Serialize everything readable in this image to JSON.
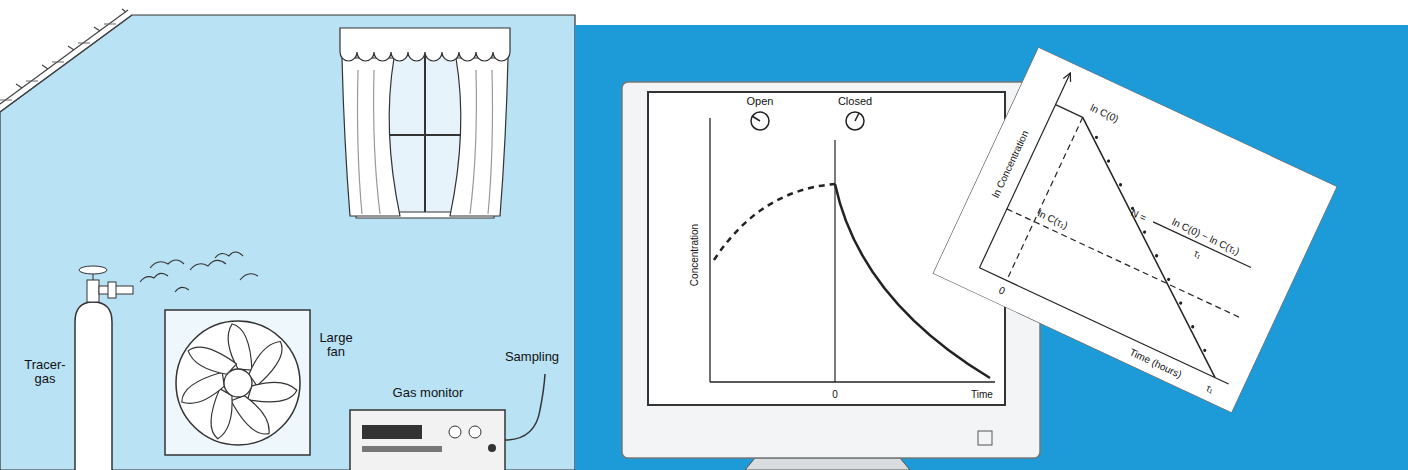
{
  "diagram": {
    "labels": [
      "Tracer-gas",
      "Large fan",
      "Gas monitor",
      "Sampling",
      "Open",
      "Closed",
      "Concentration",
      "0",
      "Time",
      "ln Concentration",
      "ln C(0)",
      "N =",
      "ln C(0) − ln C(τ₁)",
      "τ₁",
      "ln C(τ₁)",
      "0",
      "Time (hours)",
      "τ₁"
    ]
  }
}
